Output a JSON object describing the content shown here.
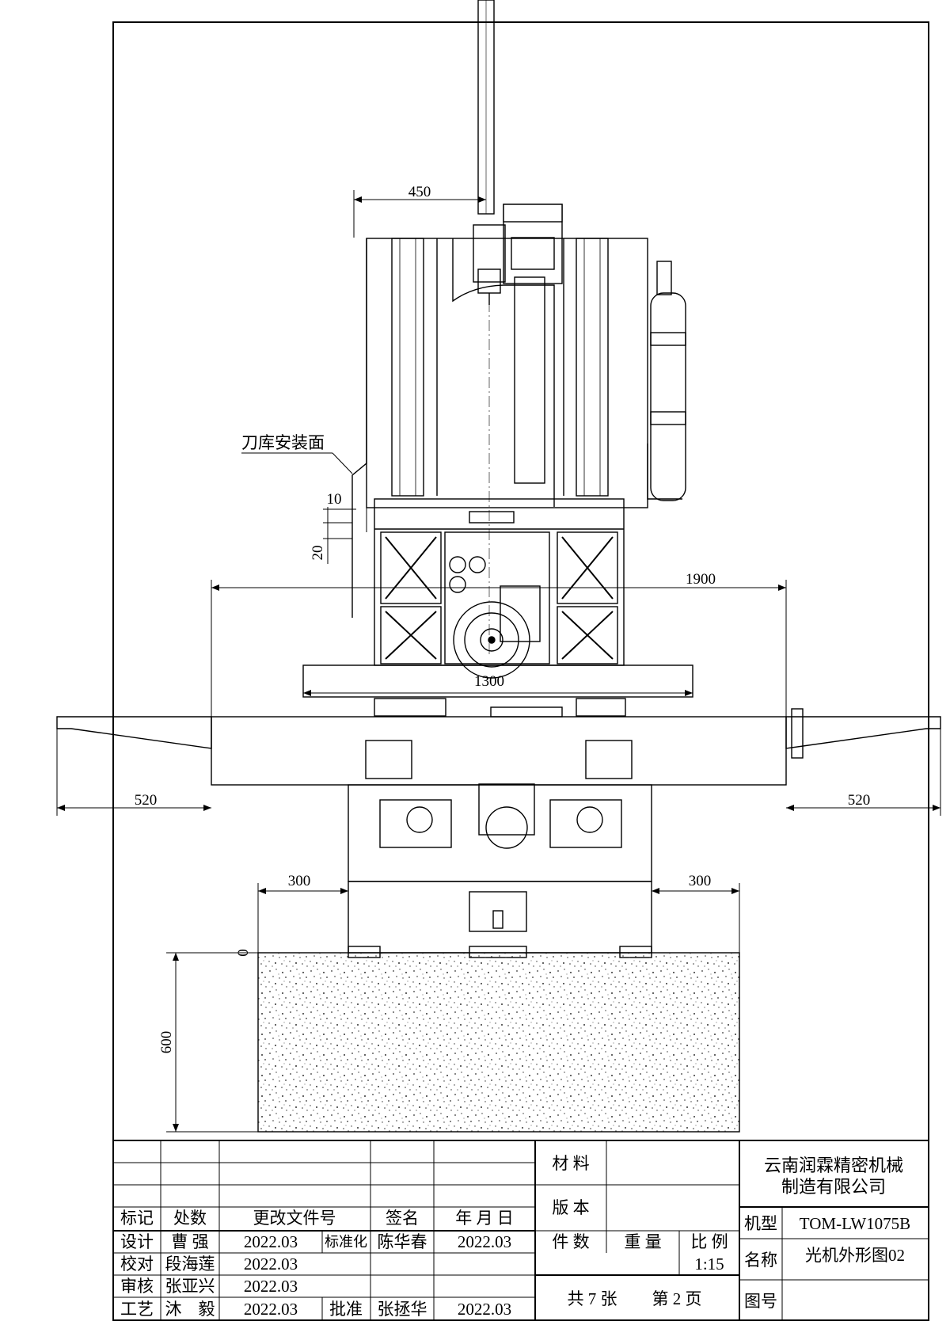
{
  "annotations": {
    "tool_magazine_face": "刀库安装面"
  },
  "dimensions": {
    "d450": "450",
    "d10": "10",
    "d20": "20",
    "d1900": "1900",
    "d1300": "1300",
    "d520_left": "520",
    "d520_right": "520",
    "d300_left": "300",
    "d300_right": "300",
    "d0": "0",
    "d600": "600"
  },
  "title_block": {
    "headers": {
      "mark": "标记",
      "count": "处数",
      "change_doc": "更改文件号",
      "signature": "签名",
      "date": "年 月 日"
    },
    "rows": {
      "design_label": "设计",
      "design_name": "曹 强",
      "design_date": "2022.03",
      "std_label": "标准化",
      "std_name": "陈华春",
      "std_date": "2022.03",
      "check_label": "校对",
      "check_name": "段海莲",
      "check_date": "2022.03",
      "review_label": "审核",
      "review_name": "张亚兴",
      "review_date": "2022.03",
      "process_label": "工艺",
      "process_name": "沐　毅",
      "process_date": "2022.03",
      "approve_label": "批准",
      "approve_name": "张拯华",
      "approve_date": "2022.03"
    },
    "material_label": "材 料",
    "edition_label": "版 本",
    "pieces_label": "件 数",
    "weight_label": "重 量",
    "scale_label": "比 例",
    "scale_value": "1:15",
    "sheets": "共 7 张",
    "page": "第 2 页",
    "company_line1": "云南润霖精密机械",
    "company_line2": "制造有限公司",
    "model_label": "机型",
    "model_value": "TOM-LW1075B",
    "name_label": "名称",
    "name_value": "光机外形图02",
    "drawing_no_label": "图号"
  }
}
